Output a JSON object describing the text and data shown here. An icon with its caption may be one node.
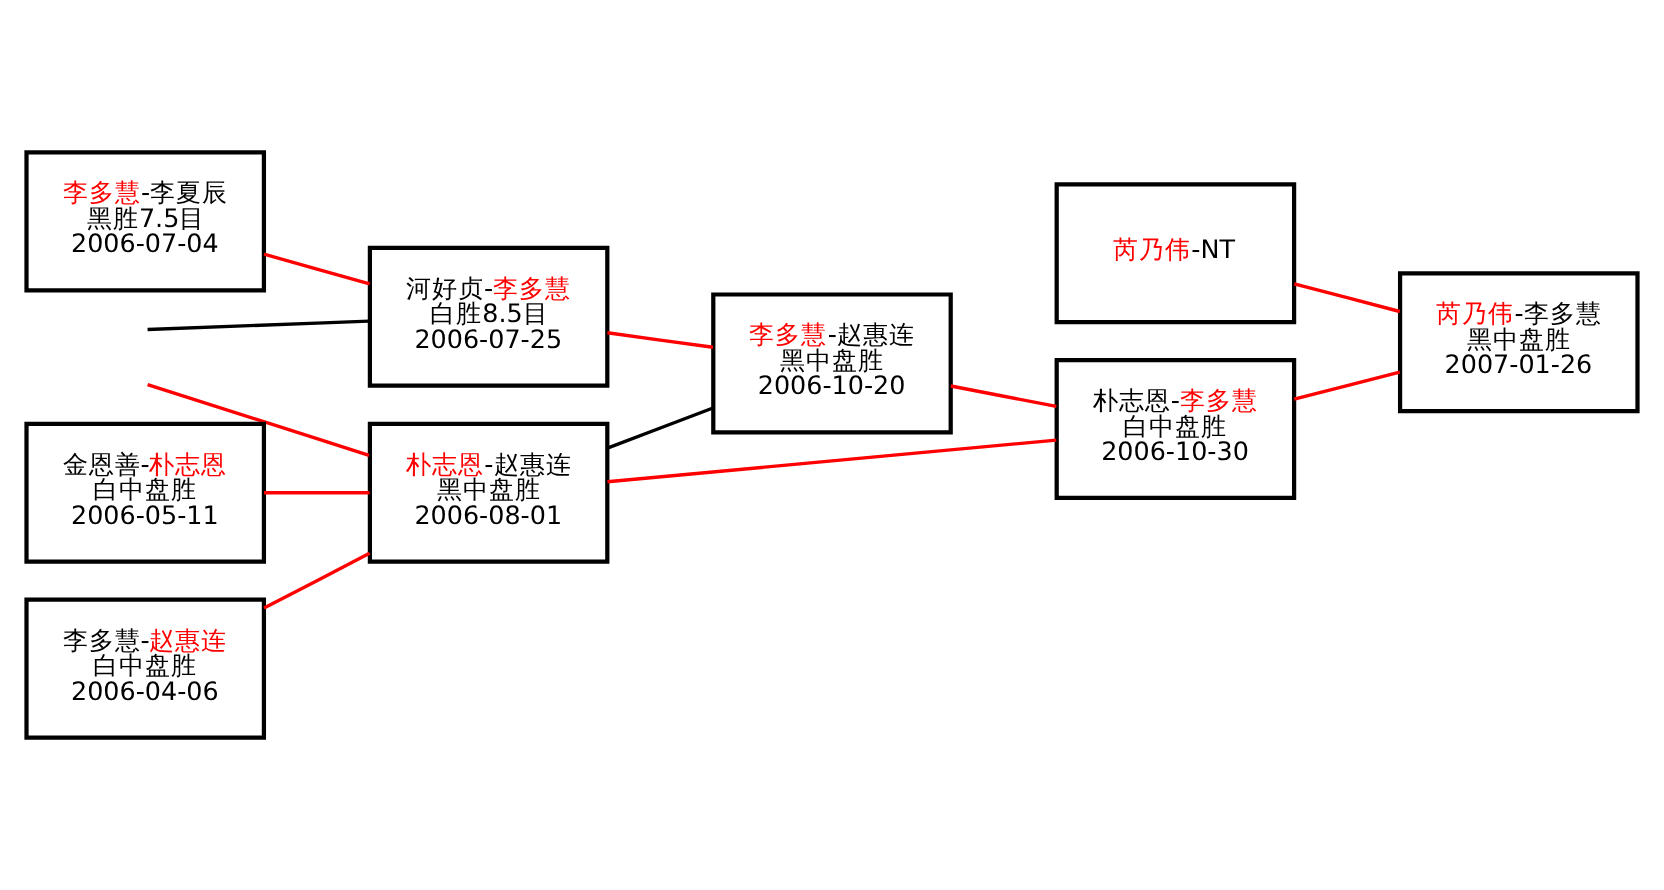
{
  "diagram": {
    "nodes": [
      {
        "text": [
          "芮乃伟-NT"
        ]
      },
      {
        "text": [
          "李多慧-李夏辰",
          "黑胜7.5目",
          "2006-07-04"
        ]
      },
      {
        "text": [
          "河好贞-李多慧",
          "白胜8.5目",
          "2006-07-25"
        ]
      },
      {
        "text": [
          "李多慧-赵惠连",
          "黑中盘胜",
          "2006-10-20"
        ]
      },
      {
        "text": [
          "芮乃伟-李多慧",
          "黑中盘胜",
          "2007-01-26"
        ]
      },
      {
        "text": [
          "金恩善-朴志恩",
          "白中盘胜",
          "2006-05-11"
        ]
      },
      {
        "text": [
          "朴志恩-李多慧",
          "白中盘胜",
          "2006-10-30"
        ]
      },
      {
        "text": [
          "朴志恩-赵惠连",
          "黑中盘胜",
          "2006-08-01"
        ]
      },
      {
        "text": [
          "李多慧-赵惠连",
          "白中盘胜",
          "2006-04-06"
        ]
      }
    ],
    "edges": [
      {
        "from": 1,
        "to": 2,
        "arrow": "none"
      },
      {
        "from": null,
        "to": 2,
        "arrow": "none",
        "color": "#000000"
      },
      {
        "from": null,
        "to": 7,
        "arrow": "none"
      },
      {
        "from": 5,
        "to": 7,
        "arrow": "none"
      },
      {
        "from": 8,
        "to": 7,
        "arrow": "none"
      },
      {
        "from": 2,
        "to": 3,
        "arrow": "none"
      },
      {
        "from": 7,
        "to": 3,
        "arrow": "none",
        "color": "#000000"
      },
      {
        "from": 3,
        "to": 6,
        "arrow": "none"
      },
      {
        "from": 7,
        "to": 6,
        "arrow": "none"
      },
      {
        "from": 6,
        "to": 4,
        "arrow": "none"
      },
      {
        "from": 0,
        "to": 4,
        "arrow": "none"
      }
    ]
  }
}
